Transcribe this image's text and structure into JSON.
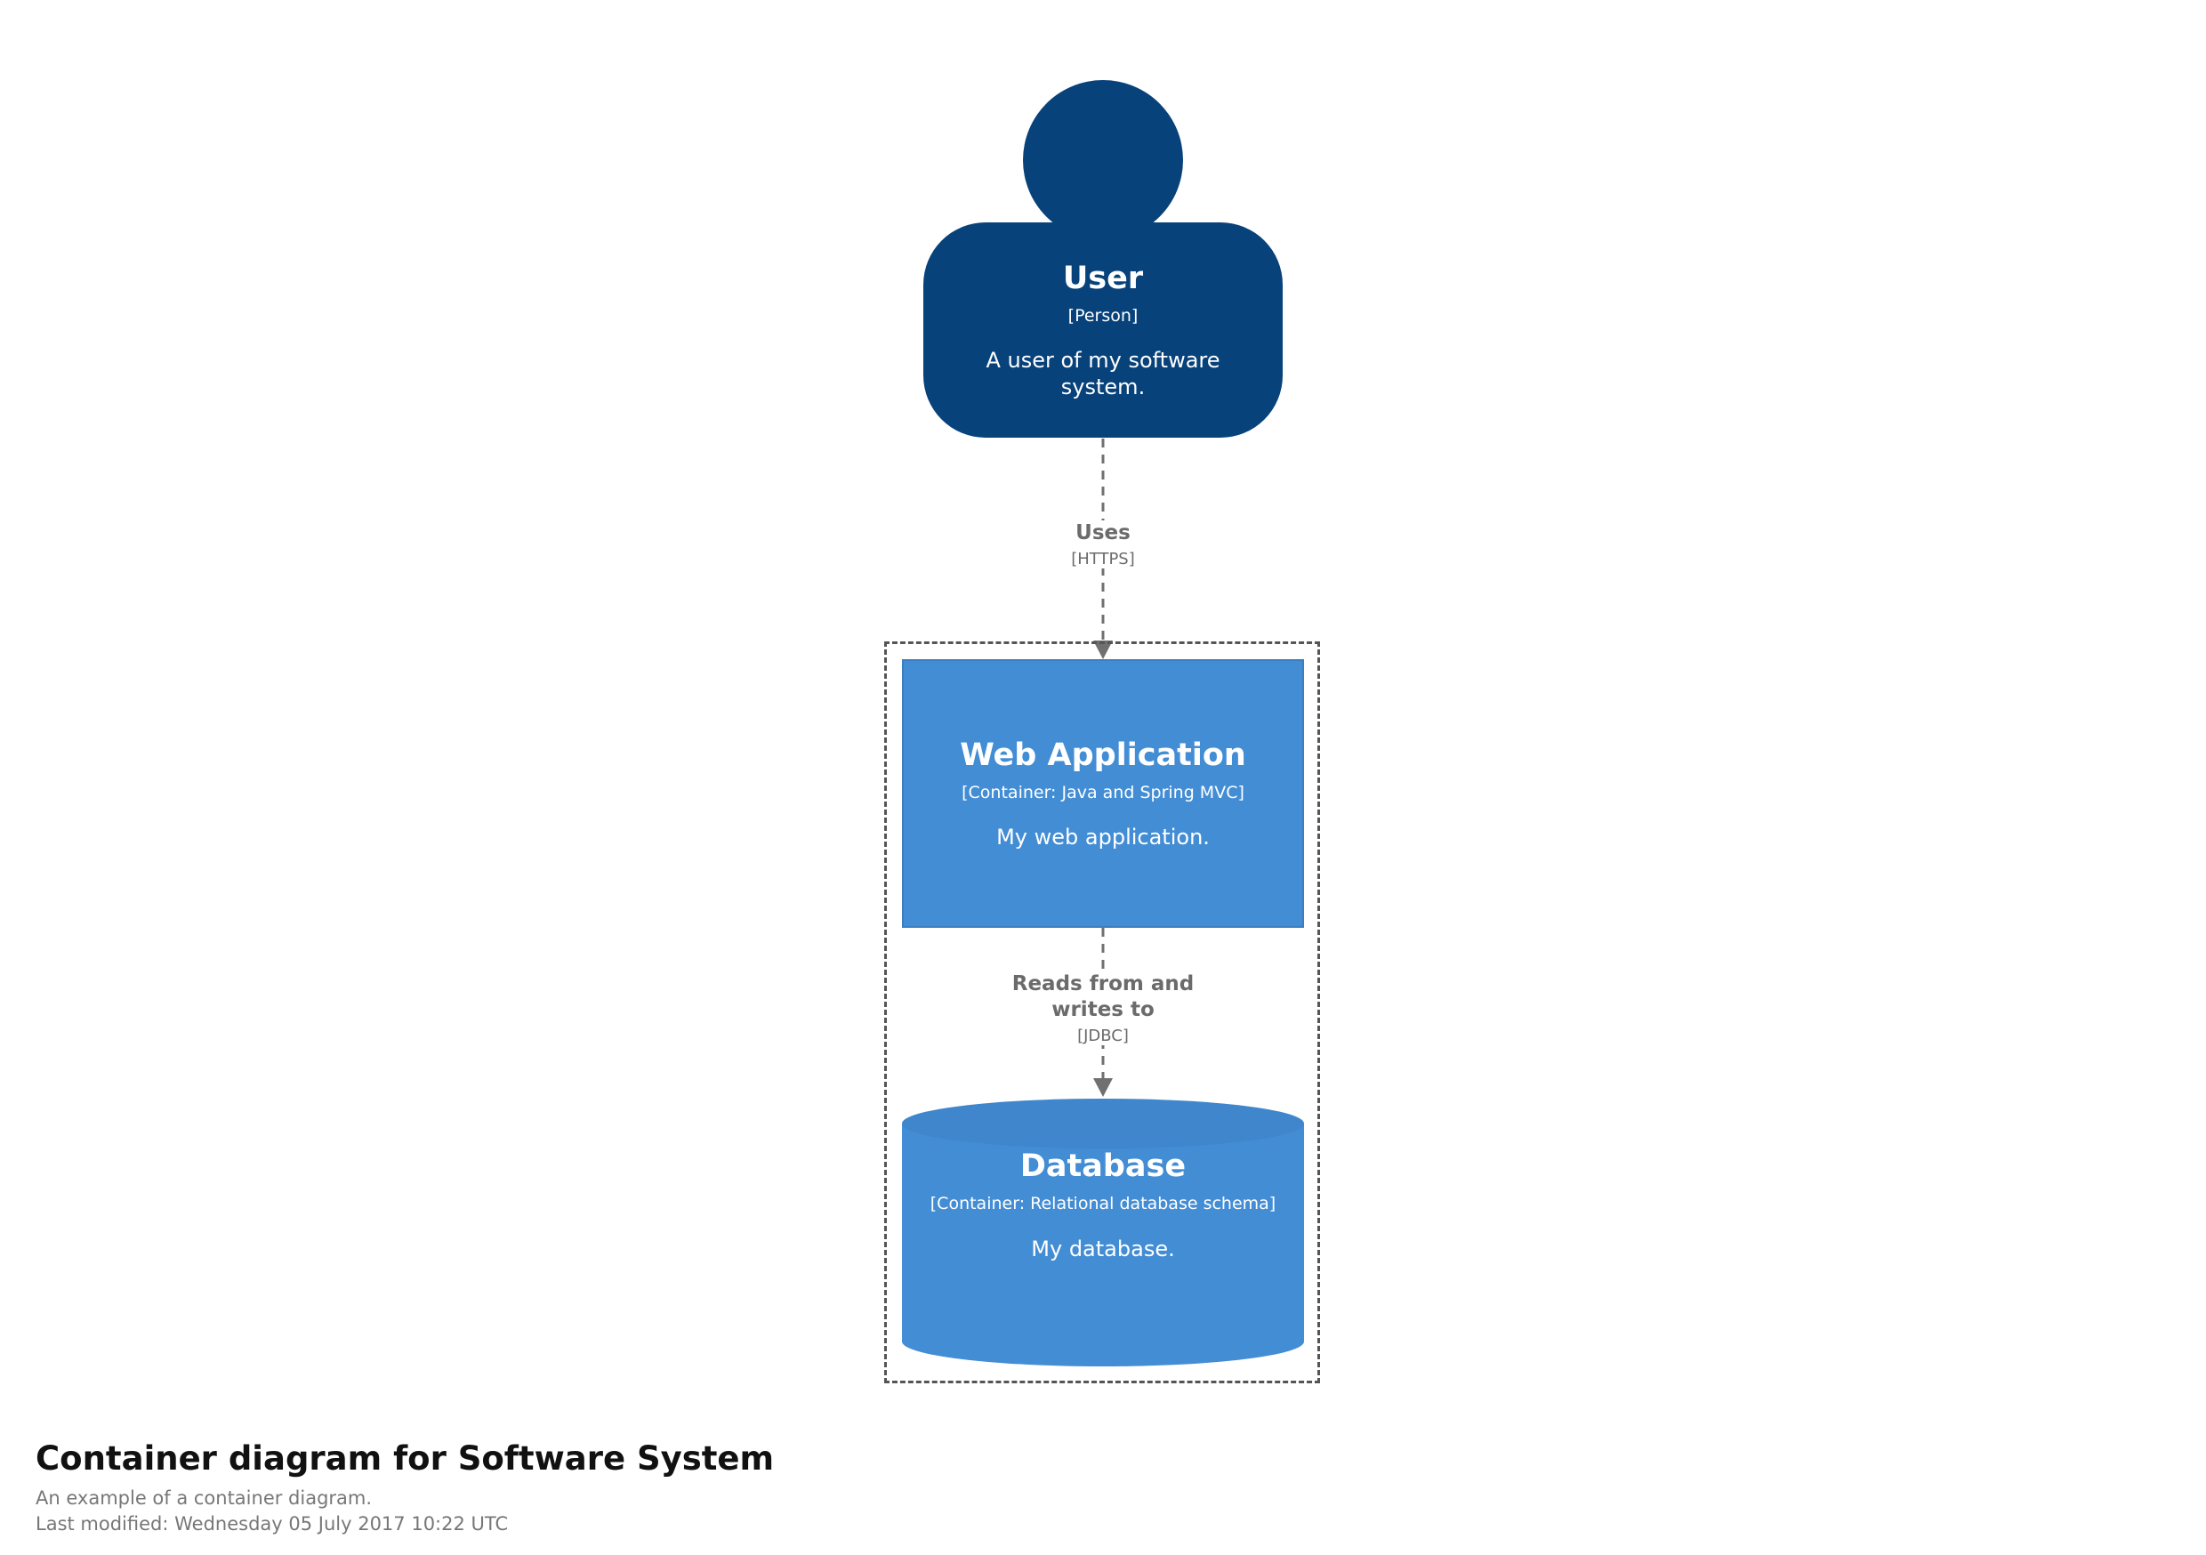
{
  "colors": {
    "person": "#08427b",
    "container": "#438dd5",
    "database_top": "#3f86cc",
    "relationship": "#707070",
    "boundary": "#555555"
  },
  "person": {
    "name": "User",
    "type": "[Person]",
    "description": "A user of my software system."
  },
  "web_app": {
    "name": "Web Application",
    "type": "[Container: Java and Spring MVC]",
    "description": "My web application."
  },
  "database": {
    "name": "Database",
    "type": "[Container: Relational database schema]",
    "description": "My database."
  },
  "relationships": [
    {
      "description": "Uses",
      "technology": "[HTTPS]"
    },
    {
      "description": "Reads from and writes to",
      "technology": "[JDBC]"
    }
  ],
  "caption": {
    "title": "Container diagram for Software System",
    "description": "An example of a container diagram.",
    "last_modified": "Last modified: Wednesday 05 July 2017 10:22 UTC"
  }
}
